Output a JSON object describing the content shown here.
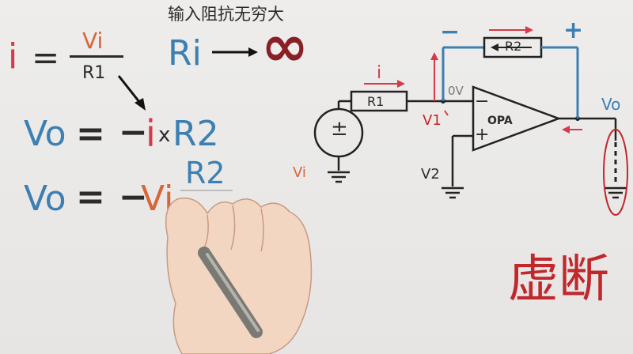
{
  "formulas": {
    "i_symbol": "i",
    "equals": "=",
    "numerator": "Vi",
    "denominator": "R1",
    "vo_label_1": "Vo",
    "vo_eq_1": "=",
    "minus_1": "−",
    "i_symbol_2": "i",
    "times": "x",
    "r2_1": "R2",
    "vo_label_2": "Vo",
    "vo_eq_2": "=",
    "minus_2": "−",
    "vi_2": "Vi",
    "r2_2": "R2"
  },
  "input_impedance": {
    "caption": "输入阻抗无穷大",
    "ri": "Ri",
    "infinity": "∞"
  },
  "circuit": {
    "r1_label": "R1",
    "r2_label": "R2",
    "current_label": "i",
    "zero_volt": "0V",
    "v1_label": "V1",
    "v2_label": "V2",
    "vi_label": "Vi",
    "vo_label": "Vo",
    "opa_label": "OPA",
    "minus_input": "−",
    "plus_input": "+",
    "fb_minus": "−",
    "fb_plus": "+",
    "source_symbol": "±"
  },
  "stamp": {
    "text": "虚断"
  },
  "colors": {
    "blue": "#3b7fb3",
    "red": "#d63a4a",
    "orange": "#d8653a",
    "dark": "#2b2b2b",
    "stamp_red": "#c0282c"
  }
}
